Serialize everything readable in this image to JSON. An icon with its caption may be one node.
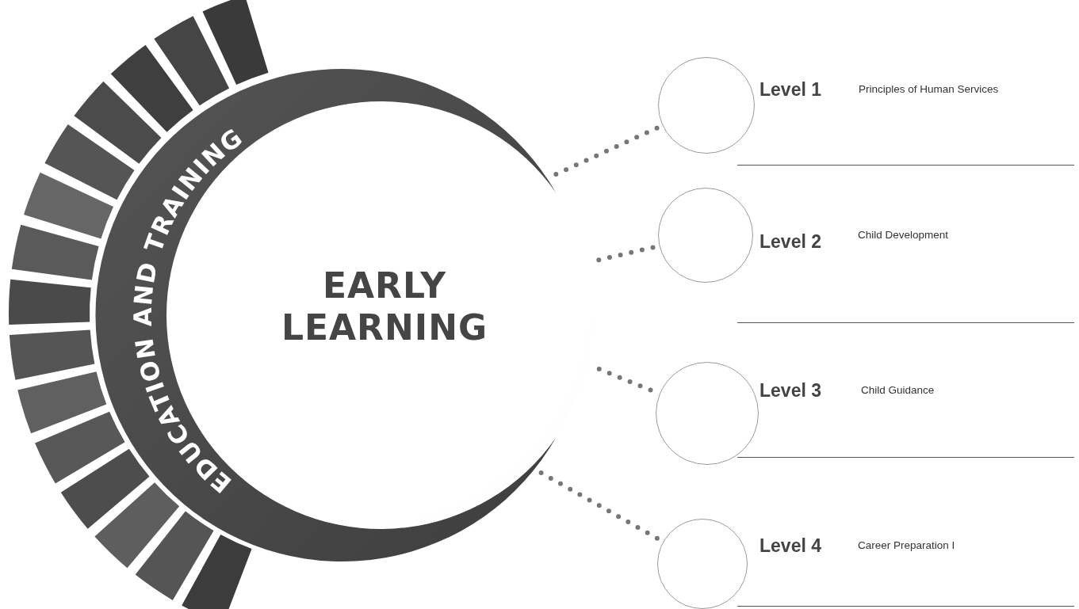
{
  "diagram": {
    "nodes": [
      {
        "text": [
          "EARLY LEARNING"
        ]
      },
      {
        "text": [],
        "shape": "circle",
        "beside": [
          "Level 1",
          "Principles of Human Services"
        ]
      },
      {
        "text": [],
        "shape": "circle",
        "beside": [
          "Level 2",
          "Child Development"
        ]
      },
      {
        "text": [],
        "shape": "circle",
        "beside": [
          "Level 3",
          "Child Guidance"
        ]
      },
      {
        "text": [],
        "shape": "circle",
        "beside": [
          "Level 4",
          "Career Preparation I"
        ]
      }
    ],
    "edges": [
      {
        "from": 0,
        "to": 1,
        "arrow": "none",
        "style": "dashed"
      },
      {
        "from": 0,
        "to": 2,
        "arrow": "none",
        "style": "dashed"
      },
      {
        "from": 0,
        "to": 3,
        "arrow": "none",
        "style": "dashed"
      },
      {
        "from": 0,
        "to": 4,
        "arrow": "none",
        "style": "dashed"
      }
    ],
    "labels": [
      "EDUCATION AND TRAINING"
    ]
  }
}
